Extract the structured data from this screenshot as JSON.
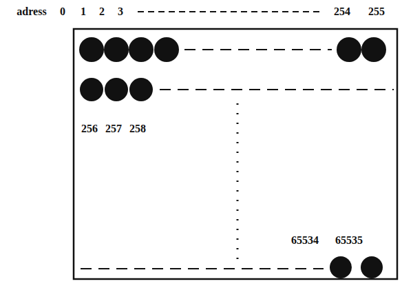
{
  "diagram": {
    "labels": [
      "adress",
      "0",
      "1",
      "2",
      "3",
      "254",
      "255",
      "256",
      "257",
      "258",
      "65534",
      "65535"
    ]
  }
}
